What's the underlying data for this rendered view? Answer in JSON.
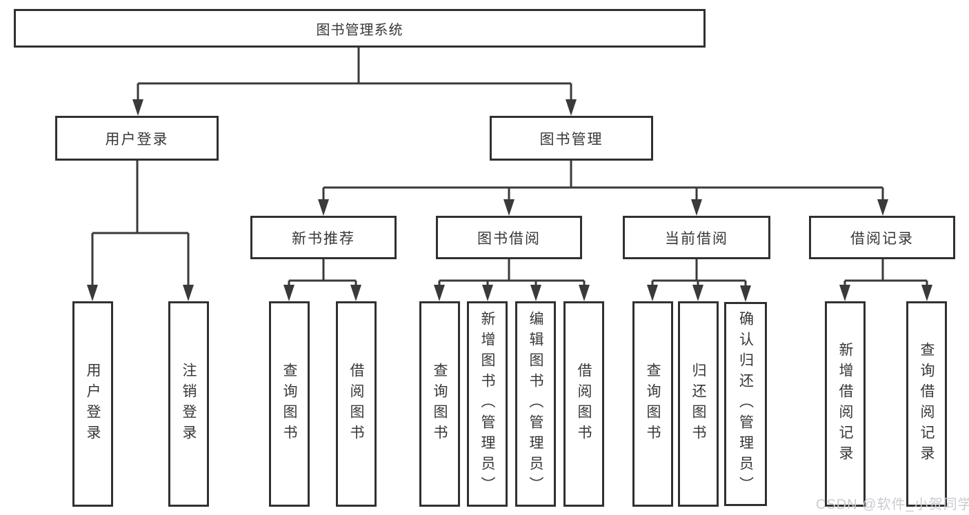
{
  "diagram": {
    "title": "图书管理系统",
    "root": {
      "label": "图书管理系统"
    },
    "branches": [
      {
        "label": "用户登录",
        "children": [
          {
            "label": "用户登录"
          },
          {
            "label": "注销登录"
          }
        ]
      },
      {
        "label": "图书管理",
        "children": [
          {
            "label": "新书推荐",
            "children": [
              {
                "label": "查询图书"
              },
              {
                "label": "借阅图书"
              }
            ]
          },
          {
            "label": "图书借阅",
            "children": [
              {
                "label": "查询图书"
              },
              {
                "label": "新增图书（管理员）"
              },
              {
                "label": "编辑图书（管理员）"
              },
              {
                "label": "借阅图书"
              }
            ]
          },
          {
            "label": "当前借阅",
            "children": [
              {
                "label": "查询图书"
              },
              {
                "label": "归还图书"
              },
              {
                "label": "确认归还（管理员）"
              }
            ]
          },
          {
            "label": "借阅记录",
            "children": [
              {
                "label": "新增借阅记录"
              },
              {
                "label": "查询借阅记录"
              }
            ]
          }
        ]
      }
    ],
    "watermark": "CSDN @软件_小贺同学",
    "colors": {
      "line": "#3a3a3a",
      "box_border": "#303030",
      "box_fill": "#ffffff",
      "text": "#373737",
      "watermark": "#c9cbd0",
      "background": "#ffffff"
    }
  }
}
